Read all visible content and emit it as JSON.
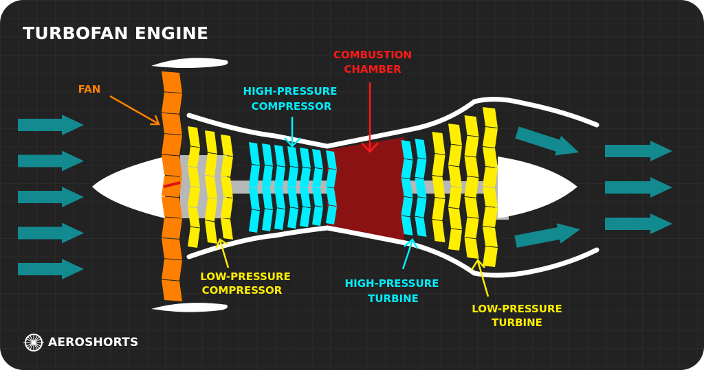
{
  "title": "TURBOFAN ENGINE",
  "brand": {
    "name": "AEROSHORTS",
    "logo_icon": "jet-engine-fan-icon"
  },
  "colors": {
    "background": "#222222",
    "fan": "#ff8000",
    "low_pressure": "#ffee00",
    "high_pressure": "#00eeff",
    "combustion": "#ff1a1a",
    "combustion_fill": "#8b1212",
    "airflow": "#138a90",
    "casing": "#ffffff",
    "shaft": "#b8b8b8"
  },
  "labels": {
    "fan": "FAN",
    "combustion_chamber": [
      "COMBUSTION",
      "CHAMBER"
    ],
    "high_pressure_compressor": [
      "HIGH-PRESSURE",
      "COMPRESSOR"
    ],
    "low_pressure_compressor": [
      "LOW-PRESSURE",
      "COMPRESSOR"
    ],
    "high_pressure_turbine": [
      "HIGH-PRESSURE",
      "TURBINE"
    ],
    "low_pressure_turbine": [
      "LOW-PRESSURE",
      "TURBINE"
    ]
  },
  "airflow": {
    "intake_arrows": 5,
    "bypass_exhaust_arrows": 2,
    "core_exhaust_arrows": 3
  },
  "stages": {
    "fan": 1,
    "low_pressure_compressor": 3,
    "high_pressure_compressor": 7,
    "high_pressure_turbine": 2,
    "low_pressure_turbine": 4
  }
}
